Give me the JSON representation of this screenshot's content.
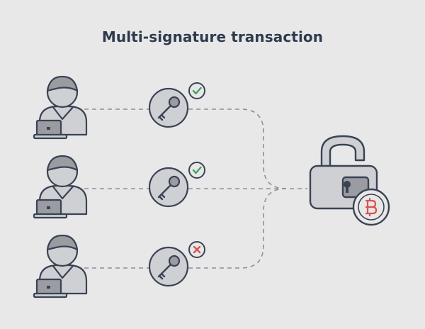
{
  "title": "Multi-signature transaction",
  "colors": {
    "background": "#e8e8e8",
    "outline": "#3a4354",
    "fill_light": "#cfd0d3",
    "fill_dark": "#9a9ca1",
    "dashed_line": "#8e9096",
    "check_green": "#3fa35a",
    "cross_red": "#d9534f",
    "bitcoin_red": "#d9534f"
  },
  "signers": [
    {
      "label": "",
      "icon": "user-at-laptop-icon",
      "key_icon": "key-icon",
      "status": "approved",
      "status_icon": "check-icon"
    },
    {
      "label": "",
      "icon": "user-at-laptop-icon",
      "key_icon": "key-icon",
      "status": "approved",
      "status_icon": "check-icon"
    },
    {
      "label": "",
      "icon": "user-at-laptop-icon",
      "key_icon": "key-icon",
      "status": "rejected",
      "status_icon": "cross-icon"
    }
  ],
  "lock": {
    "icon": "open-padlock-icon",
    "badge_icon": "bitcoin-icon"
  }
}
